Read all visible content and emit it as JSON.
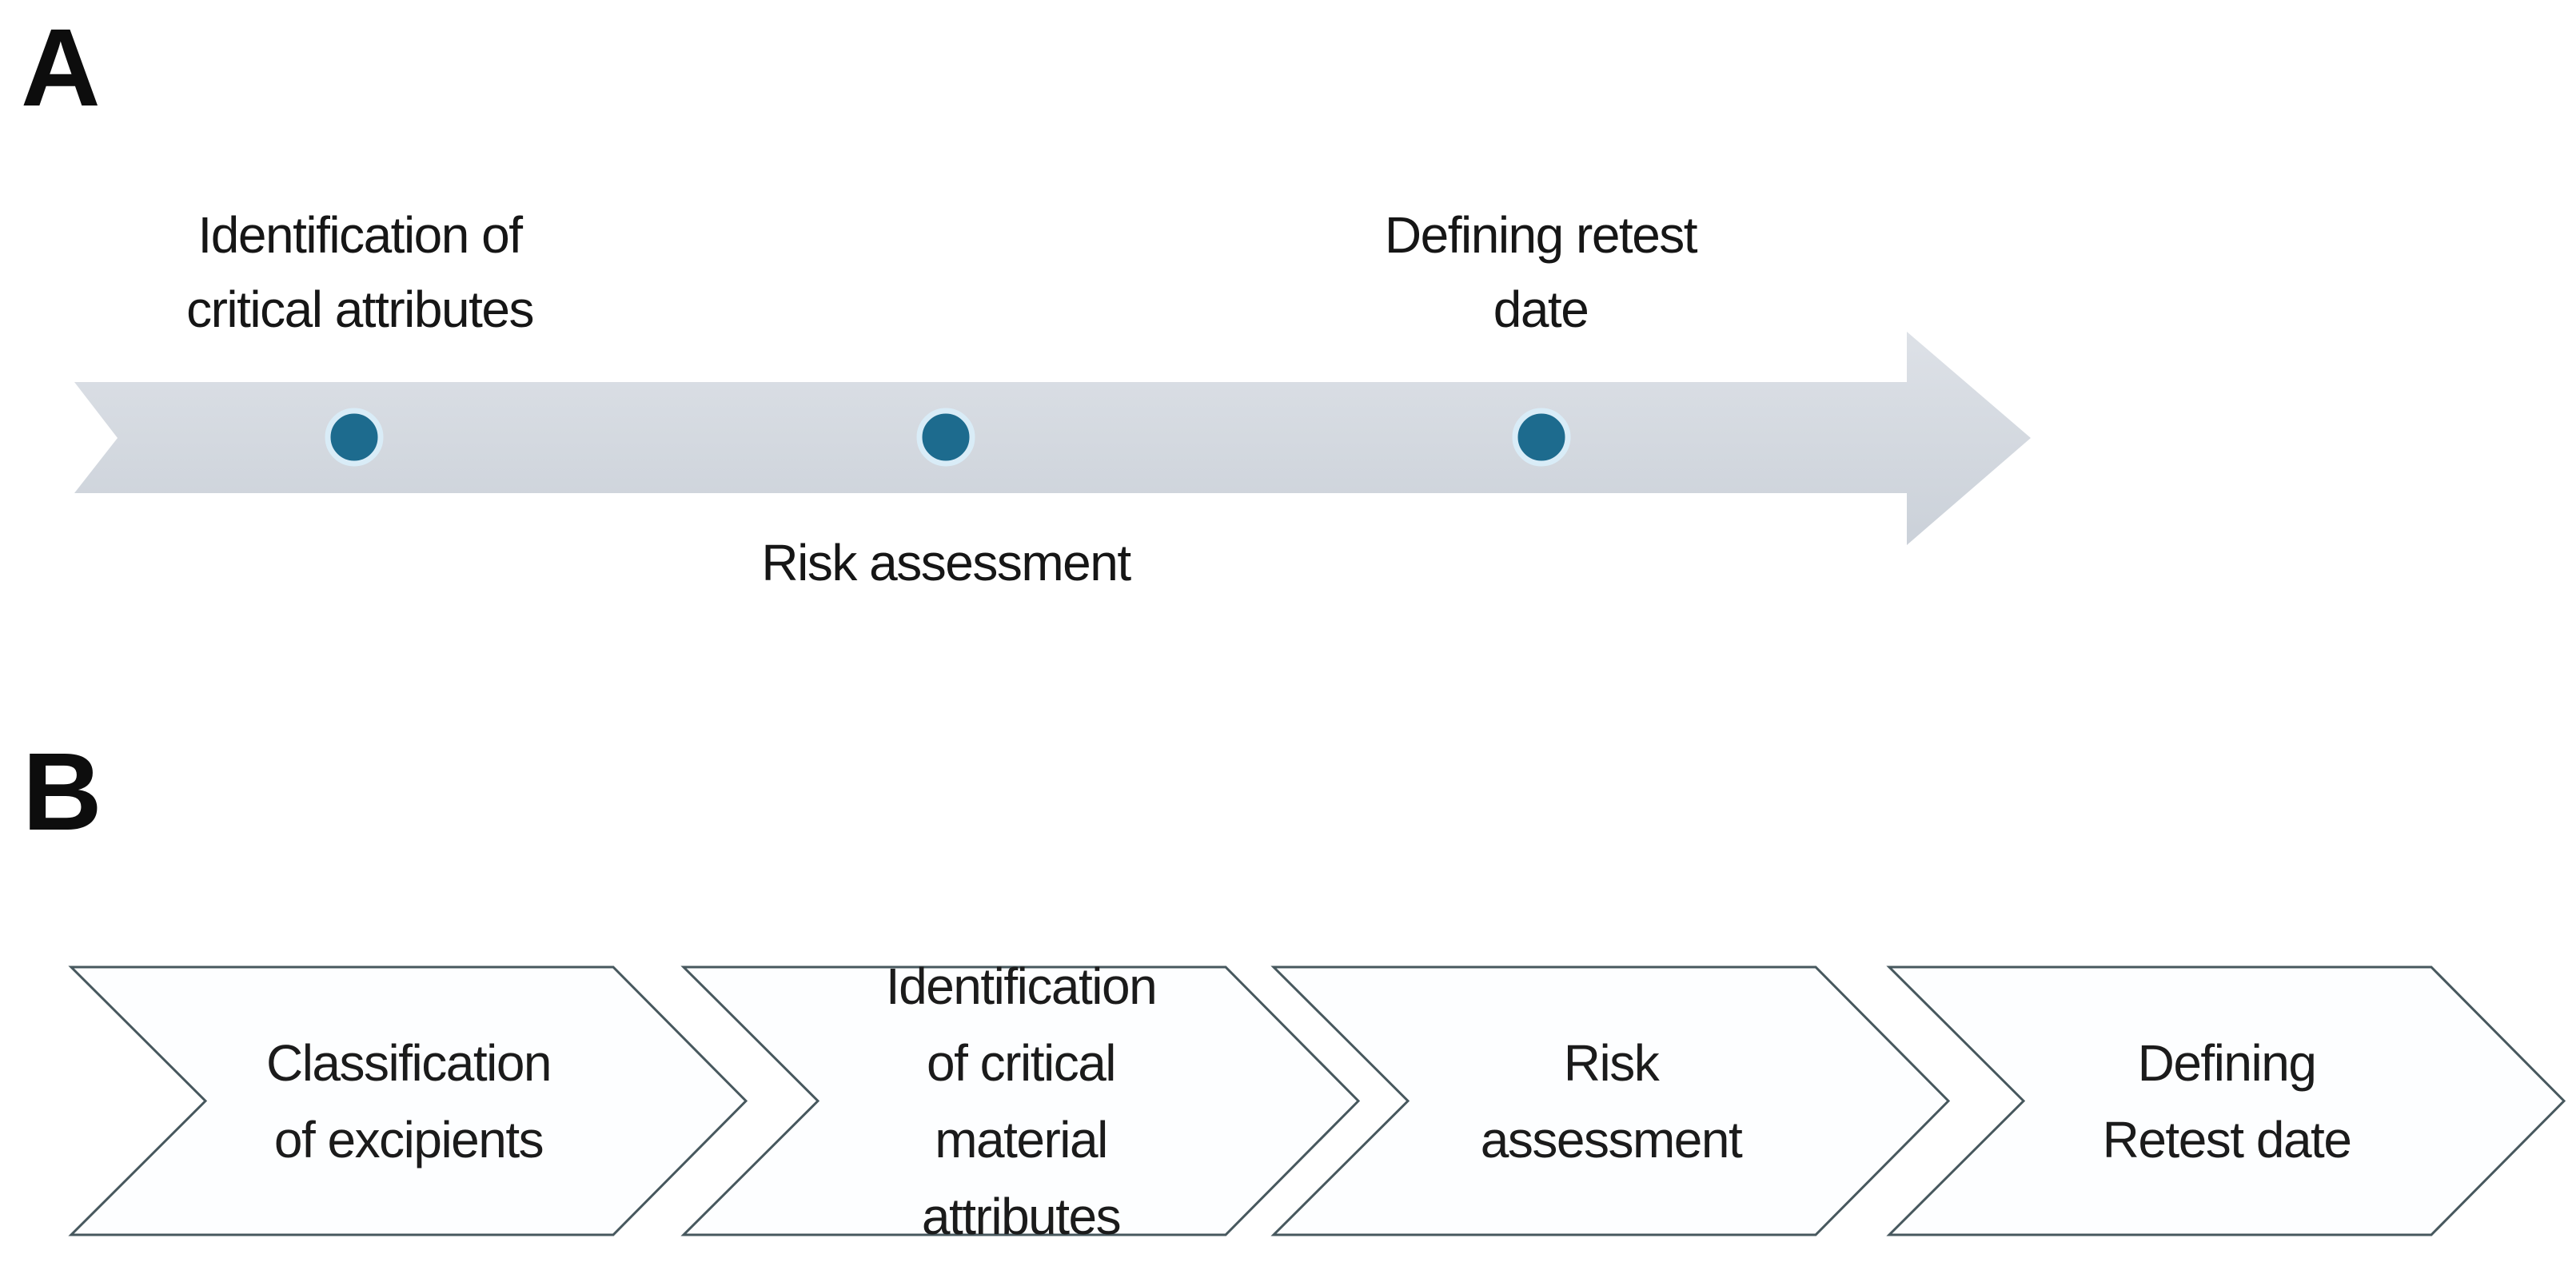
{
  "figure": {
    "panelA": {
      "label": "A",
      "type": "timeline-arrow",
      "milestones": [
        {
          "label": "Identification of\ncritical attributes",
          "label_position": "above"
        },
        {
          "label": "Risk assessment",
          "label_position": "below"
        },
        {
          "label": "Defining retest\ndate",
          "label_position": "above"
        }
      ],
      "colors": {
        "arrow_band_top": "#dde1e7",
        "arrow_band_bottom": "#cbd1d9",
        "dot_fill": "#1d6b8e",
        "dot_halo": "#d9ecf7"
      }
    },
    "panelB": {
      "label": "B",
      "type": "chevron-process",
      "steps": [
        {
          "label": "Classification\nof excipients"
        },
        {
          "label": "Identification\nof critical\nmaterial\nattributes"
        },
        {
          "label": "Risk\nassessment"
        },
        {
          "label": "Defining\nRetest date"
        }
      ],
      "colors": {
        "outline": "#47585e",
        "fill": "#fdfeff",
        "text": "#1b1b1b"
      }
    }
  }
}
